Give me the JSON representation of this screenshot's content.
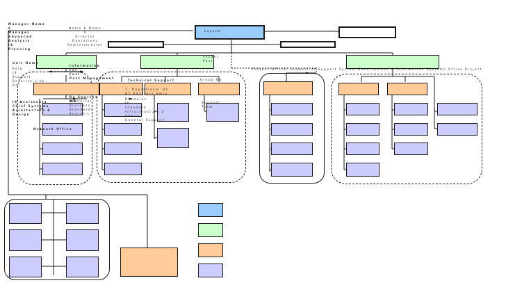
{
  "diagram": {
    "legend_top_label": "Legend",
    "upper_left_note": "Manager Name\nS\nManager\nAdvanced\nAnalysis\nIS\nPlanning",
    "upper_note_2": "Name & Name\nS\nDirector\nOperations\nAdministration",
    "center_note": "Vacant\nPost",
    "right_branch_note": "Project Officer Support of Support System Development & Information Systems Office Project",
    "left_group_title": "Unit Name",
    "left_note_1": "Role\nIS\nSupport\nSecurity Link\nOn",
    "left_note_2": "Information\nFor\nFull\nPost Management",
    "left_note_3": "IS Assistants\nChief Systems\nArchitecture &\nDesign",
    "left_note_4": "Technical\nBusiness\nStandards\nAnalysis",
    "left_note_5": "Network Office",
    "left_note_6": "Re Sources\nWA",
    "mid_group_title": "Technical Support",
    "mid_note_1": "1. Operational Ha\nOT Advisory Amin",
    "mid_note_2": "Networks\nIP\nStandard\nInfrastructure 2\nAdmin\nGeneral Support",
    "mid_note_3": "Group No",
    "mid_note_4": "Support\nTeam"
  }
}
